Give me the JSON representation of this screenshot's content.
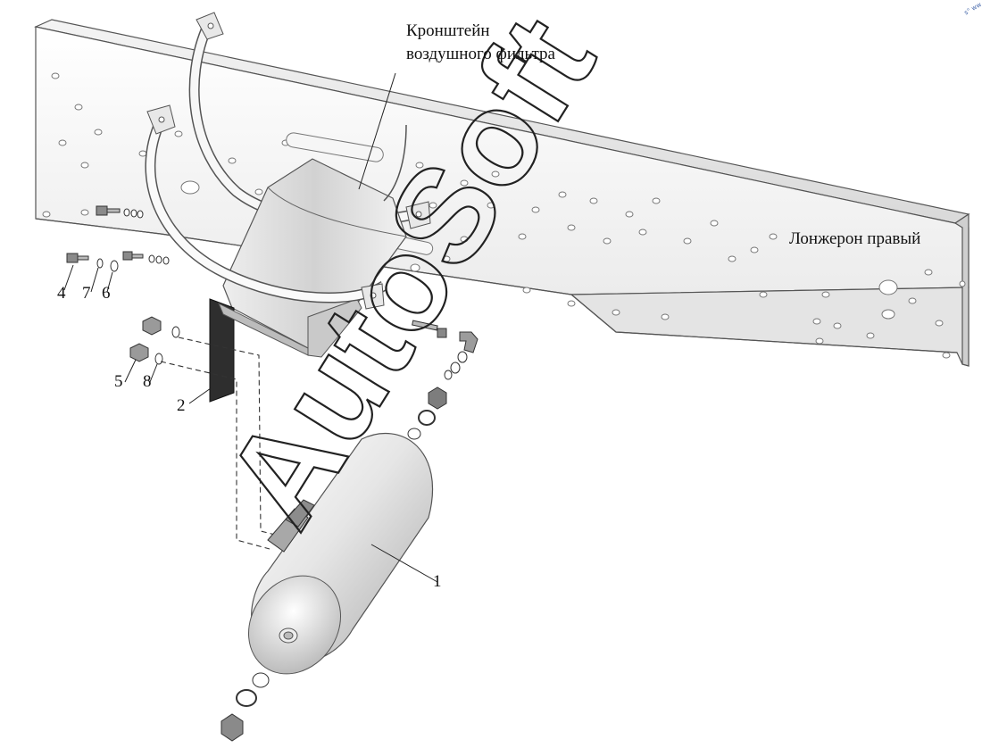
{
  "labels": {
    "bracket_line1": "Кронштейн",
    "bracket_line2": "воздушного фильтра",
    "rail": "Лонжерон правый"
  },
  "callouts": {
    "n1": "1",
    "n2": "2",
    "n4": "4",
    "n5": "5",
    "n6": "6",
    "n7": "7",
    "n8": "8"
  },
  "watermark": "AutoSoft",
  "corner_mark": "s° ww"
}
